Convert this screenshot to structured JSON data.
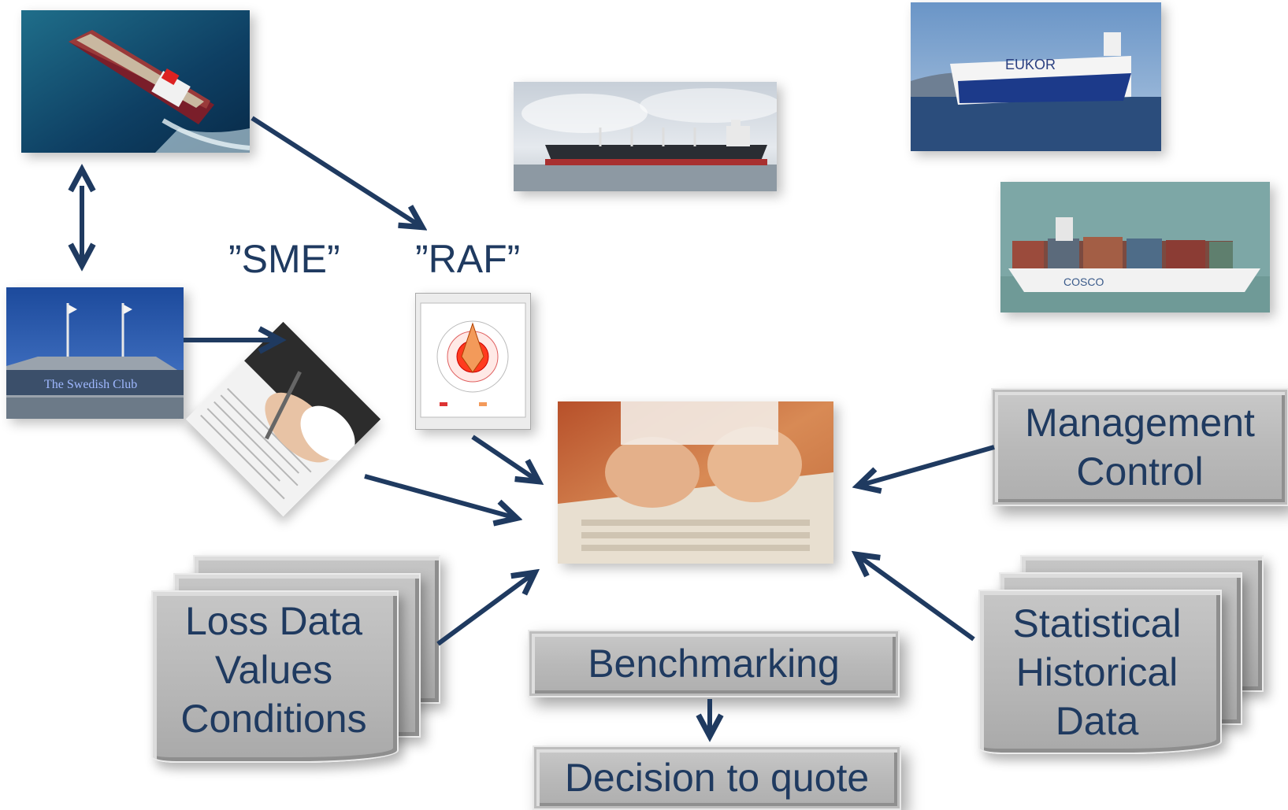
{
  "labels": {
    "sme": "”SME”",
    "raf": "”RAF”"
  },
  "boxes": {
    "management_control": [
      "Management",
      "Control"
    ],
    "benchmarking": "Benchmarking",
    "decision": "Decision to quote"
  },
  "documents": {
    "loss_data": [
      "Loss Data",
      "Values",
      "Conditions"
    ],
    "statistical": [
      "Statistical",
      "Historical",
      "Data"
    ]
  },
  "photos": {
    "building_sign": "The Swedish Club",
    "rocar_hull": "EUKOR",
    "container_hull": "COSCO"
  },
  "colors": {
    "arrow": "#1f3a60",
    "text": "#1f3a60",
    "box_grey": "#b9b9b9"
  }
}
